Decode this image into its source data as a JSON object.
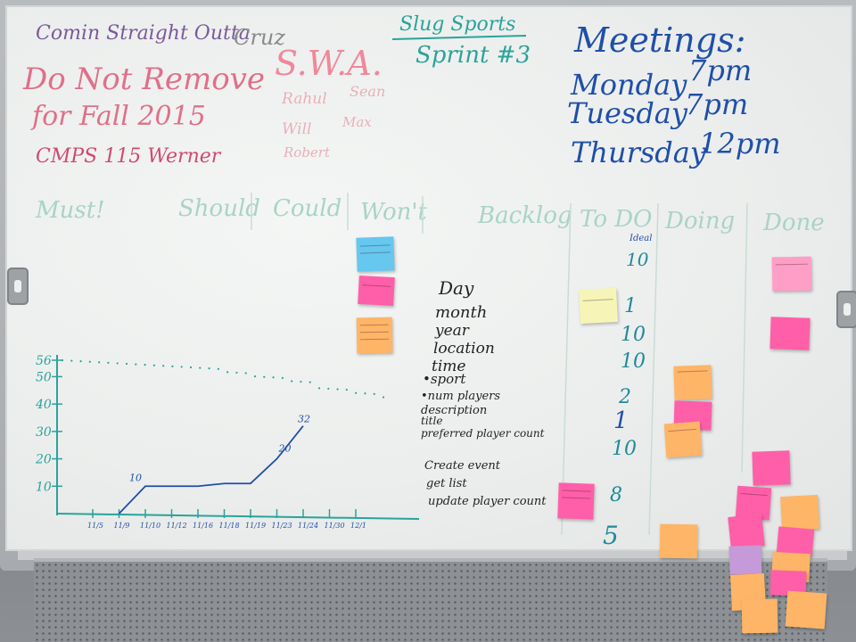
{
  "heading": {
    "comin": "Comin Straight Outta",
    "cruz": "Cruz",
    "do_not_remove": "Do Not Remove",
    "for_fall": "for Fall 2015",
    "course": "CMPS 115 Werner"
  },
  "team": {
    "name": "S.W.A.",
    "members_left": [
      "Rahul",
      "Will",
      "Robert"
    ],
    "members_right": [
      "Sean",
      "Max"
    ]
  },
  "project": {
    "title": "Slug Sports",
    "sprint": "Sprint #3"
  },
  "meetings": {
    "title": "Meetings:",
    "days": [
      {
        "day": "Monday",
        "time": "7pm"
      },
      {
        "day": "Tuesday",
        "time": "7pm"
      },
      {
        "day": "Thursday",
        "time": "12pm"
      }
    ]
  },
  "columns": [
    "Must!",
    "Should",
    "Could",
    "Won't",
    "Backlog",
    "To DO",
    "Doing",
    "Done"
  ],
  "backlog_fields": [
    "Day",
    "month",
    "year",
    "location",
    "time",
    "•sport",
    "•num players",
    "description",
    "title",
    "preferred player count"
  ],
  "backlog_actions": [
    "Create event",
    "get list",
    "update player count"
  ],
  "todo_header": "Ideal",
  "todo_points": [
    "10",
    "1",
    "10",
    "10",
    "2",
    "1",
    "10",
    "8",
    "5"
  ],
  "burndown": {
    "y_ticks": [
      "56",
      "50",
      "40",
      "30",
      "20",
      "10"
    ],
    "x_ticks": [
      "11/5",
      "11/9",
      "11/10",
      "11/12",
      "11/16",
      "11/18",
      "11/19",
      "11/23",
      "11/24",
      "11/30",
      "12/1"
    ],
    "labels": [
      "10",
      "20",
      "32"
    ],
    "actual": [
      [
        1,
        0
      ],
      [
        2,
        10
      ],
      [
        3,
        10
      ],
      [
        4,
        10
      ],
      [
        5,
        11
      ],
      [
        6,
        11
      ],
      [
        7,
        20
      ],
      [
        8,
        32
      ]
    ],
    "ideal": [
      56,
      56,
      56,
      56,
      56,
      55,
      54,
      53,
      51,
      50,
      49
    ]
  },
  "colors": {
    "blue_ink": "#1f4fa8",
    "red_ink": "#d65a7a",
    "purple_ink": "#7a5a9a",
    "teal_ink": "#2aa39a",
    "faint_green": "#a9d4c5",
    "black_ink": "#222222"
  }
}
